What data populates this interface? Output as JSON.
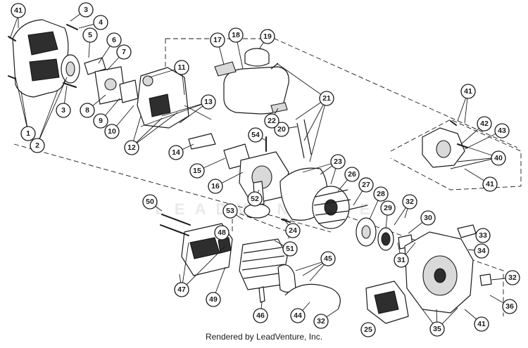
{
  "diagram": {
    "credit": "Rendered by LeadVenture, Inc.",
    "watermark": "LEADVENTURE",
    "callouts": [
      "1",
      "2",
      "3",
      "3",
      "4",
      "5",
      "6",
      "7",
      "8",
      "9",
      "10",
      "11",
      "12",
      "13",
      "14",
      "15",
      "16",
      "17",
      "18",
      "19",
      "20",
      "21",
      "22",
      "23",
      "24",
      "25",
      "26",
      "27",
      "28",
      "29",
      "30",
      "31",
      "32",
      "32",
      "32",
      "33",
      "34",
      "35",
      "36",
      "40",
      "41",
      "41",
      "41",
      "41",
      "42",
      "43",
      "44",
      "45",
      "46",
      "47",
      "48",
      "49",
      "50",
      "51",
      "52",
      "53",
      "54"
    ]
  }
}
